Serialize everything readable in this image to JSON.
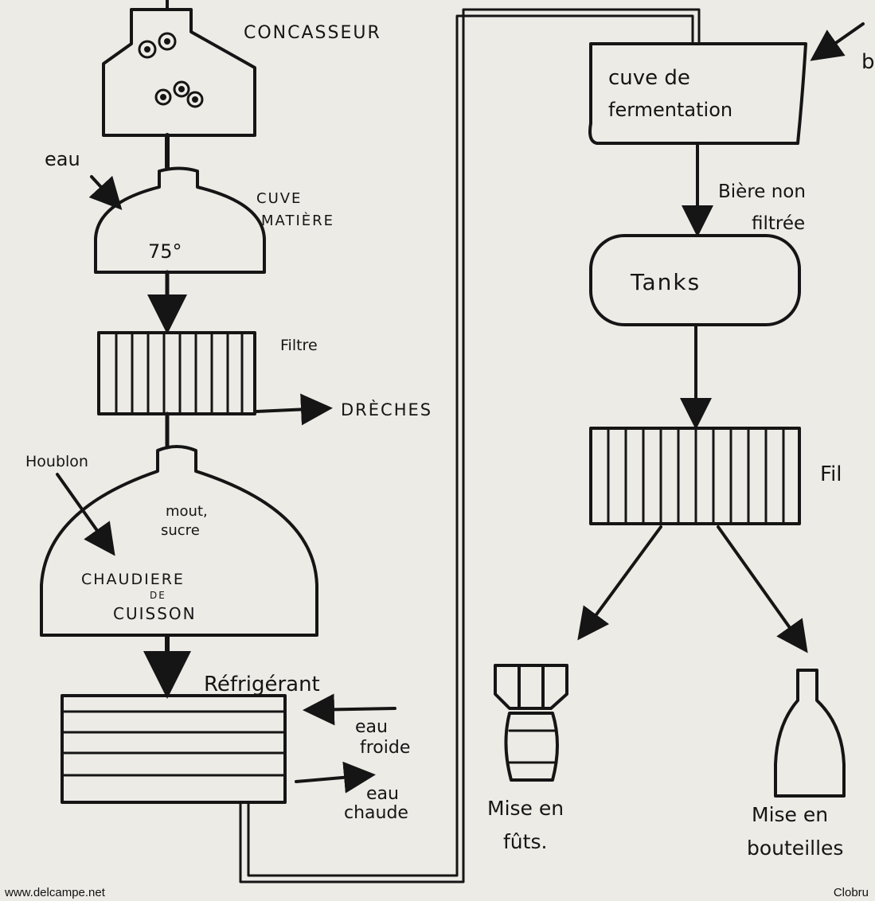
{
  "labels": {
    "concasseur": "CONCASSEUR",
    "eau_in": "eau",
    "cuve_matiere_1": "CUVE",
    "cuve_matiere_2": "MATIÈRE",
    "temp": "75°",
    "filtre": "Filtre",
    "dreches": "DRÈCHES",
    "houblon": "Houblon",
    "mout_1": "mout,",
    "mout_2": "sucre",
    "chaudiere_1": "CHAUDIERE",
    "chaudiere_2": "DE",
    "chaudiere_3": "CUISSON",
    "refrigerant": "Réfrigérant",
    "eau_froide_1": "eau",
    "eau_froide_2": "froide",
    "eau_chaude_1": "eau",
    "eau_chaude_2": "chaude",
    "cuve_ferm_1": "cuve de",
    "cuve_ferm_2": "fermentation",
    "partial_top_right": "b",
    "biere_1": "Bière non",
    "biere_2": "filtrée",
    "tanks": "Tanks",
    "filtre_right": "Fil",
    "futs_1": "Mise en",
    "futs_2": "fûts.",
    "bouteilles_1": "Mise en",
    "bouteilles_2": "bouteilles"
  },
  "footer": {
    "left": "www.delcampe.net",
    "right": "Clobru"
  },
  "colors": {
    "ink": "#151515",
    "paper": "#ecebe6"
  }
}
